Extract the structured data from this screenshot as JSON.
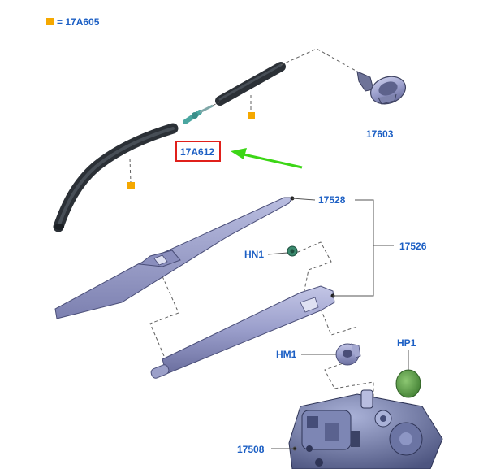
{
  "legend": {
    "text": "= 17A605",
    "marker_color": "#f5a800"
  },
  "parts": {
    "p17603": "17603",
    "p17A612": "17A612",
    "p17528": "17528",
    "p17526": "17526",
    "pHN1": "HN1",
    "pHM1": "HM1",
    "pHP1": "HP1",
    "p17508": "17508"
  },
  "colors": {
    "label": "#1c5fc4",
    "highlight_box": "#e0201b",
    "arrow": "#3cd616",
    "part_body": "#8a8fbf",
    "hose": "#3a4048",
    "cap": "#5d9e48"
  }
}
